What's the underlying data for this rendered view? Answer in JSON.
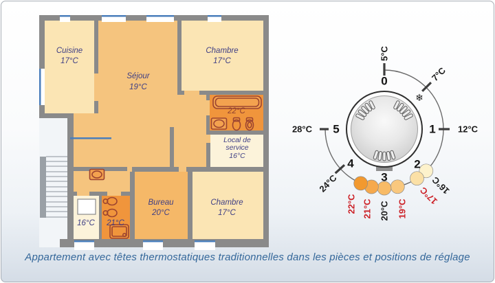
{
  "caption": "Appartement avec têtes thermostatiques traditionnelles dans les pièces et positions de réglage",
  "floor_plan": {
    "rooms": {
      "cuisine": {
        "name": "Cuisine",
        "temp": "17°C"
      },
      "sejour": {
        "name": "Séjour",
        "temp": "19°C"
      },
      "chambre_haut": {
        "name": "Chambre",
        "temp": "17°C"
      },
      "salle_de_bains": {
        "temp": "22°C"
      },
      "local_de_service": {
        "name_line1": "Local de",
        "name_line2": "service",
        "temp": "16°C"
      },
      "chambre_bas": {
        "name": "Chambre",
        "temp": "17°C"
      },
      "bureau": {
        "name": "Bureau",
        "temp": "20°C"
      },
      "debarras": {
        "temp": "16°C"
      },
      "wc": {
        "temp": "21°C"
      }
    }
  },
  "dial": {
    "numbers": [
      "0",
      "1",
      "2",
      "3",
      "4",
      "5"
    ],
    "snowflake": "❄",
    "scale_labels": {
      "t5": {
        "text": "5°C",
        "color": "#1a1a1a"
      },
      "t7": {
        "text": "7°C",
        "color": "#1a1a1a"
      },
      "t12": {
        "text": "12°C",
        "color": "#1a1a1a"
      },
      "t16": {
        "text": "16°C",
        "color": "#1a1a1a"
      },
      "t17": {
        "text": "17°C",
        "color": "#cc2127"
      },
      "t19": {
        "text": "19°C",
        "color": "#cc2127"
      },
      "t20": {
        "text": "20°C",
        "color": "#1a1a1a"
      },
      "t21": {
        "text": "21°C",
        "color": "#cc2127"
      },
      "t22": {
        "text": "22°C",
        "color": "#cc2127"
      },
      "t24": {
        "text": "24°C",
        "color": "#1a1a1a"
      },
      "t28": {
        "text": "28°C",
        "color": "#1a1a1a"
      }
    },
    "dots": {
      "d16": {
        "temp": "16°C",
        "color": "#fdf2cc"
      },
      "d17": {
        "temp": "17°C",
        "color": "#fbe0a6"
      },
      "d19": {
        "temp": "19°C",
        "color": "#f9c87e"
      },
      "d20": {
        "temp": "20°C",
        "color": "#f8bb66"
      },
      "d21": {
        "temp": "21°C",
        "color": "#f6a94c"
      },
      "d22": {
        "temp": "22°C",
        "color": "#f2992f"
      }
    }
  },
  "colors": {
    "wall": "#8a8a8a",
    "room_cream": "#fbe5b4",
    "room_orange": "#f5c47e",
    "bureau_orange": "#f5b868",
    "room_orange_dark": "#f0953c",
    "room_pale": "#fcf3da",
    "window_blue": "#4a7ebb",
    "label_navy": "#3f3f85",
    "bath_label_maroon": "#8f4130",
    "fixture_outline": "#9c4430",
    "dial_red": "#cc2127",
    "caption_blue": "#34679a"
  }
}
